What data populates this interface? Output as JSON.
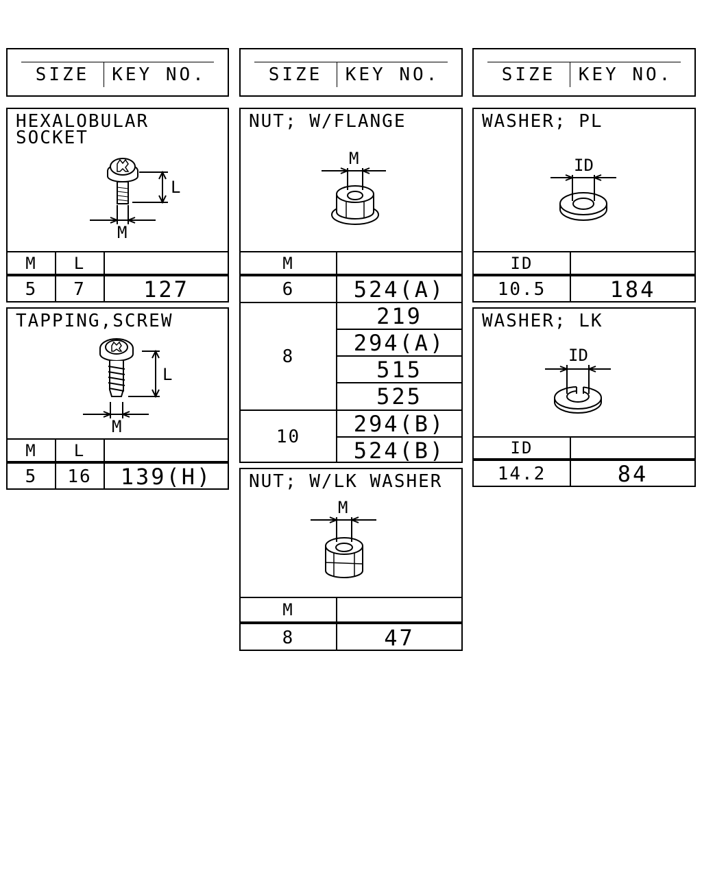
{
  "headers": [
    {
      "size": "SIZE",
      "key": "KEY NO."
    },
    {
      "size": "SIZE",
      "key": "KEY NO."
    },
    {
      "size": "SIZE",
      "key": "KEY NO."
    }
  ],
  "hex": {
    "title": "HEXALOBULAR\nSOCKET",
    "dim_l": "L",
    "dim_m": "M",
    "col_m": "M",
    "col_l": "L",
    "row": {
      "m": "5",
      "l": "7",
      "key": "127"
    }
  },
  "tap": {
    "title": "TAPPING,SCREW",
    "dim_l": "L",
    "dim_m": "M",
    "col_m": "M",
    "col_l": "L",
    "row": {
      "m": "5",
      "l": "16",
      "key": "139(H)"
    }
  },
  "nutf": {
    "title": "NUT; W/FLANGE",
    "dim_m": "M",
    "col_m": "M",
    "rows": [
      {
        "m": "6",
        "keys": [
          "524(A)"
        ]
      },
      {
        "m": "8",
        "keys": [
          "219",
          "294(A)",
          "515",
          "525"
        ]
      },
      {
        "m": "10",
        "keys": [
          "294(B)",
          "524(B)"
        ]
      }
    ]
  },
  "nutlk": {
    "title": "NUT; W/LK WASHER",
    "dim_m": "M",
    "col_m": "M",
    "row": {
      "m": "8",
      "key": "47"
    }
  },
  "wpl": {
    "title": "WASHER; PL",
    "dim_id": "ID",
    "col_id": "ID",
    "row": {
      "id": "10.5",
      "key": "184"
    }
  },
  "wlk": {
    "title": "WASHER; LK",
    "dim_id": "ID",
    "col_id": "ID",
    "row": {
      "id": "14.2",
      "key": "84"
    }
  }
}
